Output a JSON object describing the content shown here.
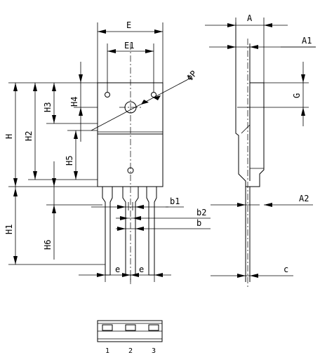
{
  "dimensions": {
    "E": "E",
    "E1": "E1",
    "phiP": "ΦP",
    "H": "H",
    "H1": "H1",
    "H2": "H2",
    "H3": "H3",
    "H4": "H4",
    "H5": "H5",
    "H6": "H6",
    "b": "b",
    "b1": "b1",
    "b2": "b2",
    "e": "e",
    "A": "A",
    "A1": "A1",
    "A2": "A2",
    "G": "G",
    "c": "c"
  },
  "pins": [
    "1",
    "2",
    "3"
  ]
}
